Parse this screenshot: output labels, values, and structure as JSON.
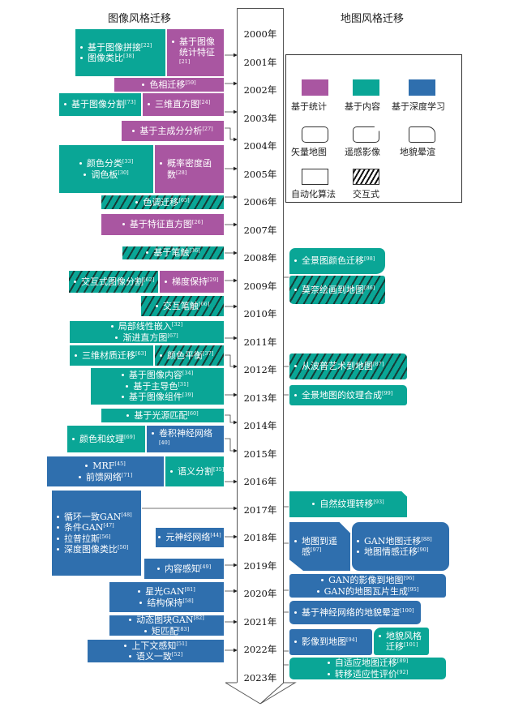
{
  "headers": {
    "left": "图像风格迁移",
    "right": "地图风格迁移"
  },
  "years": [
    "2000年",
    "2001年",
    "2002年",
    "2003年",
    "2004年",
    "2005年",
    "2006年",
    "2007年",
    "2008年",
    "2009年",
    "2010年",
    "2011年",
    "2012年",
    "2013年",
    "2014年",
    "2015年",
    "2016年",
    "2017年",
    "2018年",
    "2019年",
    "2020年",
    "2021年",
    "2022年",
    "2023年"
  ],
  "colors": {
    "statistics": "#a956a1",
    "content": "#0aa696",
    "deep_learning": "#2f6fae"
  },
  "legend": {
    "statistics": "基于统计",
    "content": "基于内容",
    "deep_learning": "基于深度学习",
    "vector_map": "矢量地图",
    "remote_sensing": "遥感影像",
    "relief_shading": "地貌晕渲",
    "automatic": "自动化算法",
    "interactive": "交互式"
  },
  "left": [
    {
      "items": [
        {
          "t": "基于图像拼接",
          "r": "[22]"
        },
        {
          "t": "图像类比",
          "r": "[38]"
        }
      ]
    },
    {
      "items": [
        {
          "t": "基于图像统计特征",
          "r": "[21]"
        }
      ]
    },
    {
      "items": [
        {
          "t": "色相迁移",
          "r": "[59]"
        }
      ]
    },
    {
      "items": [
        {
          "t": "基于图像分割",
          "r": "[73]"
        }
      ]
    },
    {
      "items": [
        {
          "t": "三维直方图",
          "r": "[24]"
        }
      ]
    },
    {
      "items": [
        {
          "t": "基于主成分分析",
          "r": "[27]"
        }
      ]
    },
    {
      "items": [
        {
          "t": "颜色分类",
          "r": "[33]"
        },
        {
          "t": "调色板",
          "r": "[30]"
        }
      ]
    },
    {
      "items": [
        {
          "t": "概率密度函数",
          "r": "[28]"
        }
      ]
    },
    {
      "items": [
        {
          "t": "色调迁移",
          "r": "[65]"
        }
      ]
    },
    {
      "items": [
        {
          "t": "基于特征直方图",
          "r": "[26]"
        }
      ]
    },
    {
      "items": [
        {
          "t": "基于笔触",
          "r": "[36]"
        }
      ]
    },
    {
      "items": [
        {
          "t": "交互式图像分割",
          "r": "[62]"
        }
      ]
    },
    {
      "items": [
        {
          "t": "梯度保持",
          "r": "[29]"
        }
      ]
    },
    {
      "items": [
        {
          "t": "交互笔触",
          "r": "[66]"
        }
      ]
    },
    {
      "items": [
        {
          "t": "局部线性嵌入",
          "r": "[32]"
        },
        {
          "t": "渐进直方图",
          "r": "[67]"
        }
      ]
    },
    {
      "items": [
        {
          "t": "三维材质迁移",
          "r": "[63]"
        }
      ]
    },
    {
      "items": [
        {
          "t": "颜色平衡",
          "r": "[37]"
        }
      ]
    },
    {
      "items": [
        {
          "t": "基于图像内容",
          "r": "[34]"
        },
        {
          "t": "基于主导色",
          "r": "[31]"
        },
        {
          "t": "基于图像组件",
          "r": "[39]"
        }
      ]
    },
    {
      "items": [
        {
          "t": "基于光源匹配",
          "r": "[60]"
        }
      ]
    },
    {
      "items": [
        {
          "t": "颜色和纹理",
          "r": "[69]"
        }
      ]
    },
    {
      "items": [
        {
          "t": "卷积神经网络",
          "r": "[40]"
        }
      ]
    },
    {
      "items": [
        {
          "t": "MRF",
          "r": "[45]"
        },
        {
          "t": "前馈网络",
          "r": "[71]"
        }
      ]
    },
    {
      "items": [
        {
          "t": "语义分割",
          "r": "[35]"
        }
      ]
    },
    {
      "items": [
        {
          "t": "循环一致GAN",
          "r": "[48]"
        },
        {
          "t": "条件GAN",
          "r": "[47]"
        },
        {
          "t": "拉普拉斯",
          "r": "[56]"
        },
        {
          "t": "深度图像类比",
          "r": "[50]"
        }
      ]
    },
    {
      "items": [
        {
          "t": "元神经网络",
          "r": "[44]"
        }
      ]
    },
    {
      "items": [
        {
          "t": "内容感知",
          "r": "[49]"
        }
      ]
    },
    {
      "items": [
        {
          "t": "星光GAN",
          "r": "[81]"
        },
        {
          "t": "结构保持",
          "r": "[58]"
        }
      ]
    },
    {
      "items": [
        {
          "t": "动态图块GAN",
          "r": "[82]"
        },
        {
          "t": "矩匹配",
          "r": "[83]"
        }
      ]
    },
    {
      "items": [
        {
          "t": "上下文感知",
          "r": "[51]"
        },
        {
          "t": "语义一致",
          "r": "[52]"
        }
      ]
    }
  ],
  "right": [
    {
      "items": [
        {
          "t": "全景图颜色迁移",
          "r": "[98]"
        }
      ]
    },
    {
      "items": [
        {
          "t": "莫奈绘画到地图",
          "r": "[86]"
        }
      ]
    },
    {
      "items": [
        {
          "t": "从波普艺术到地图",
          "r": "[87]"
        }
      ]
    },
    {
      "items": [
        {
          "t": "全景地图的纹理合成",
          "r": "[99]"
        }
      ]
    },
    {
      "items": [
        {
          "t": "自然纹理转移",
          "r": "[93]"
        }
      ]
    },
    {
      "items": [
        {
          "t": "地图到遥感",
          "r": "[97]"
        }
      ]
    },
    {
      "items": [
        {
          "t": "GAN地图迁移",
          "r": "[88]"
        },
        {
          "t": "地图情感迁移",
          "r": "[90]"
        }
      ]
    },
    {
      "items": [
        {
          "t": "GAN的影像到地图",
          "r": "[96]"
        },
        {
          "t": "GAN的地图瓦片生成",
          "r": "[95]"
        }
      ]
    },
    {
      "items": [
        {
          "t": "基于神经网络的地貌晕渲",
          "r": "[100]"
        }
      ]
    },
    {
      "items": [
        {
          "t": "影像到地图",
          "r": "[94]"
        }
      ]
    },
    {
      "items": [
        {
          "t": "地貌风格迁移",
          "r": "[101]"
        }
      ]
    },
    {
      "items": [
        {
          "t": "自适应地图迁移",
          "r": "[89]"
        },
        {
          "t": "转移适应性评价",
          "r": "[92]"
        }
      ]
    }
  ]
}
